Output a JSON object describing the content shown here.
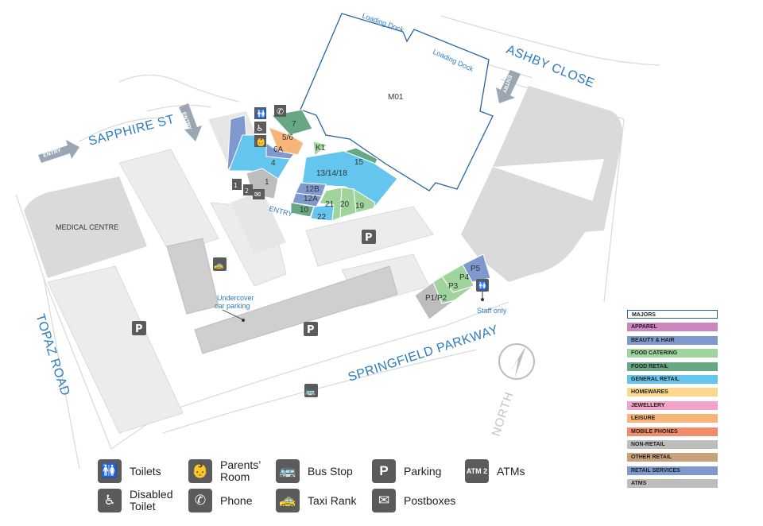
{
  "roads": {
    "sapphire": "SAPPHIRE ST",
    "ashby": "ASHBY CLOSE",
    "topaz": "TOPAZ ROAD",
    "springfield": "SPRINGFIELD PARKWAY"
  },
  "entries": [
    "ENTRY",
    "ENTRY",
    "ENTRY",
    "ENTRY"
  ],
  "north_label": "NORTH",
  "labels": {
    "loading_dock_1": "Loading Dock",
    "loading_dock_2": "Loading Dock",
    "major": "M01",
    "medical": "MEDICAL CENTRE",
    "undercover": "Undercover",
    "car_parking": "car parking",
    "staff_only": "Staff only",
    "entry_center": "ENTRY"
  },
  "shops": [
    "7",
    "5/6",
    "6A",
    "4",
    "1",
    "K1",
    "15",
    "13/14/18",
    "12B",
    "12A",
    "10",
    "21",
    "20",
    "19",
    "22",
    "P5",
    "P4",
    "P3",
    "P1/P2"
  ],
  "colors": {
    "road_blue": "#2a7cbf",
    "major_outline": "#2563a8",
    "general_retail": "#64c5ee",
    "food_retail": "#67a783",
    "food_catering": "#9fd49c",
    "leisure": "#f7b57a",
    "retail_services": "#7f99cf",
    "non_retail": "#bdbdbd",
    "parking": "#d5d5d5",
    "icon_grey": "#5b5b5b"
  },
  "category_legend": [
    {
      "label": "MAJORS",
      "color": "#ffffff",
      "border": "#2563a8"
    },
    {
      "label": "APPAREL",
      "color": "#cc86c0"
    },
    {
      "label": "BEAUTY & HAIR",
      "color": "#7f99cf"
    },
    {
      "label": "FOOD CATERING",
      "color": "#9fd49c"
    },
    {
      "label": "FOOD RETAIL",
      "color": "#67a783"
    },
    {
      "label": "GENERAL RETAIL",
      "color": "#64c5ee"
    },
    {
      "label": "HOMEWARES",
      "color": "#fcd88c"
    },
    {
      "label": "JEWELLERY",
      "color": "#f1a3c9"
    },
    {
      "label": "LEISURE",
      "color": "#f7b57a"
    },
    {
      "label": "MOBILE PHONES",
      "color": "#f08c6c"
    },
    {
      "label": "NON-RETAIL",
      "color": "#bdbdbd"
    },
    {
      "label": "OTHER RETAIL",
      "color": "#c9a27c"
    },
    {
      "label": "RETAIL SERVICES",
      "color": "#7f99cf"
    },
    {
      "label": "ATMS",
      "color": "#bdbdbd"
    }
  ],
  "icon_legend": [
    {
      "label": "Toilets",
      "icon": "toilets-icon",
      "glyph": "🚻"
    },
    {
      "label": "Disabled Toilet",
      "icon": "wheelchair-icon",
      "glyph": "♿"
    },
    {
      "label": "Parents’ Room",
      "icon": "parents-room-icon",
      "glyph": "👶"
    },
    {
      "label": "Phone",
      "icon": "phone-icon",
      "glyph": "✆"
    },
    {
      "label": "Bus Stop",
      "icon": "bus-icon",
      "glyph": "🚌"
    },
    {
      "label": "Taxi Rank",
      "icon": "taxi-icon",
      "glyph": "🚕"
    },
    {
      "label": "Parking",
      "icon": "parking-icon",
      "glyph": "P"
    },
    {
      "label": "Postboxes",
      "icon": "postbox-icon",
      "glyph": "✉"
    },
    {
      "label": "ATMs",
      "icon": "atm-icon",
      "glyph": "ATM 2"
    }
  ],
  "parking_symbol": "P"
}
